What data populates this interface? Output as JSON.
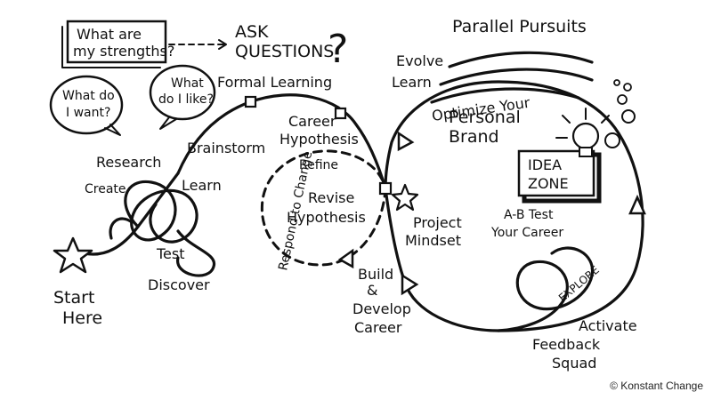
{
  "bubbles": {
    "strengths": "What are my strengths?",
    "like": "What do I like?",
    "want": "What do I want?"
  },
  "labels": {
    "ask_questions": "ASK QUESTIONS",
    "question_mark": "?",
    "formal_learning": "Formal Learning",
    "career_hypothesis": "Career Hypothesis",
    "refine": "Refine",
    "revise_hypothesis": "Revise Hypothesis",
    "respond_to_change": "Respond to Change",
    "research": "Research",
    "brainstorm": "Brainstorm",
    "create": "Create",
    "learn_left": "Learn",
    "test": "Test",
    "discover": "Discover",
    "start_here": "Start Here",
    "project_mindset": "Project Mindset",
    "build_develop": "Build & Develop Career",
    "parallel_pursuits": "Parallel Pursuits",
    "evolve": "Evolve",
    "learn_right": "Learn",
    "optimize": "Optimize Your",
    "personal_brand": "Personal Brand",
    "idea_zone": "IDEA ZONE",
    "ab_test": "A-B Test Your Career",
    "explore": "EXPLORE",
    "activate": "Activate Feedback Squad"
  },
  "copyright": "© Konstant Change"
}
